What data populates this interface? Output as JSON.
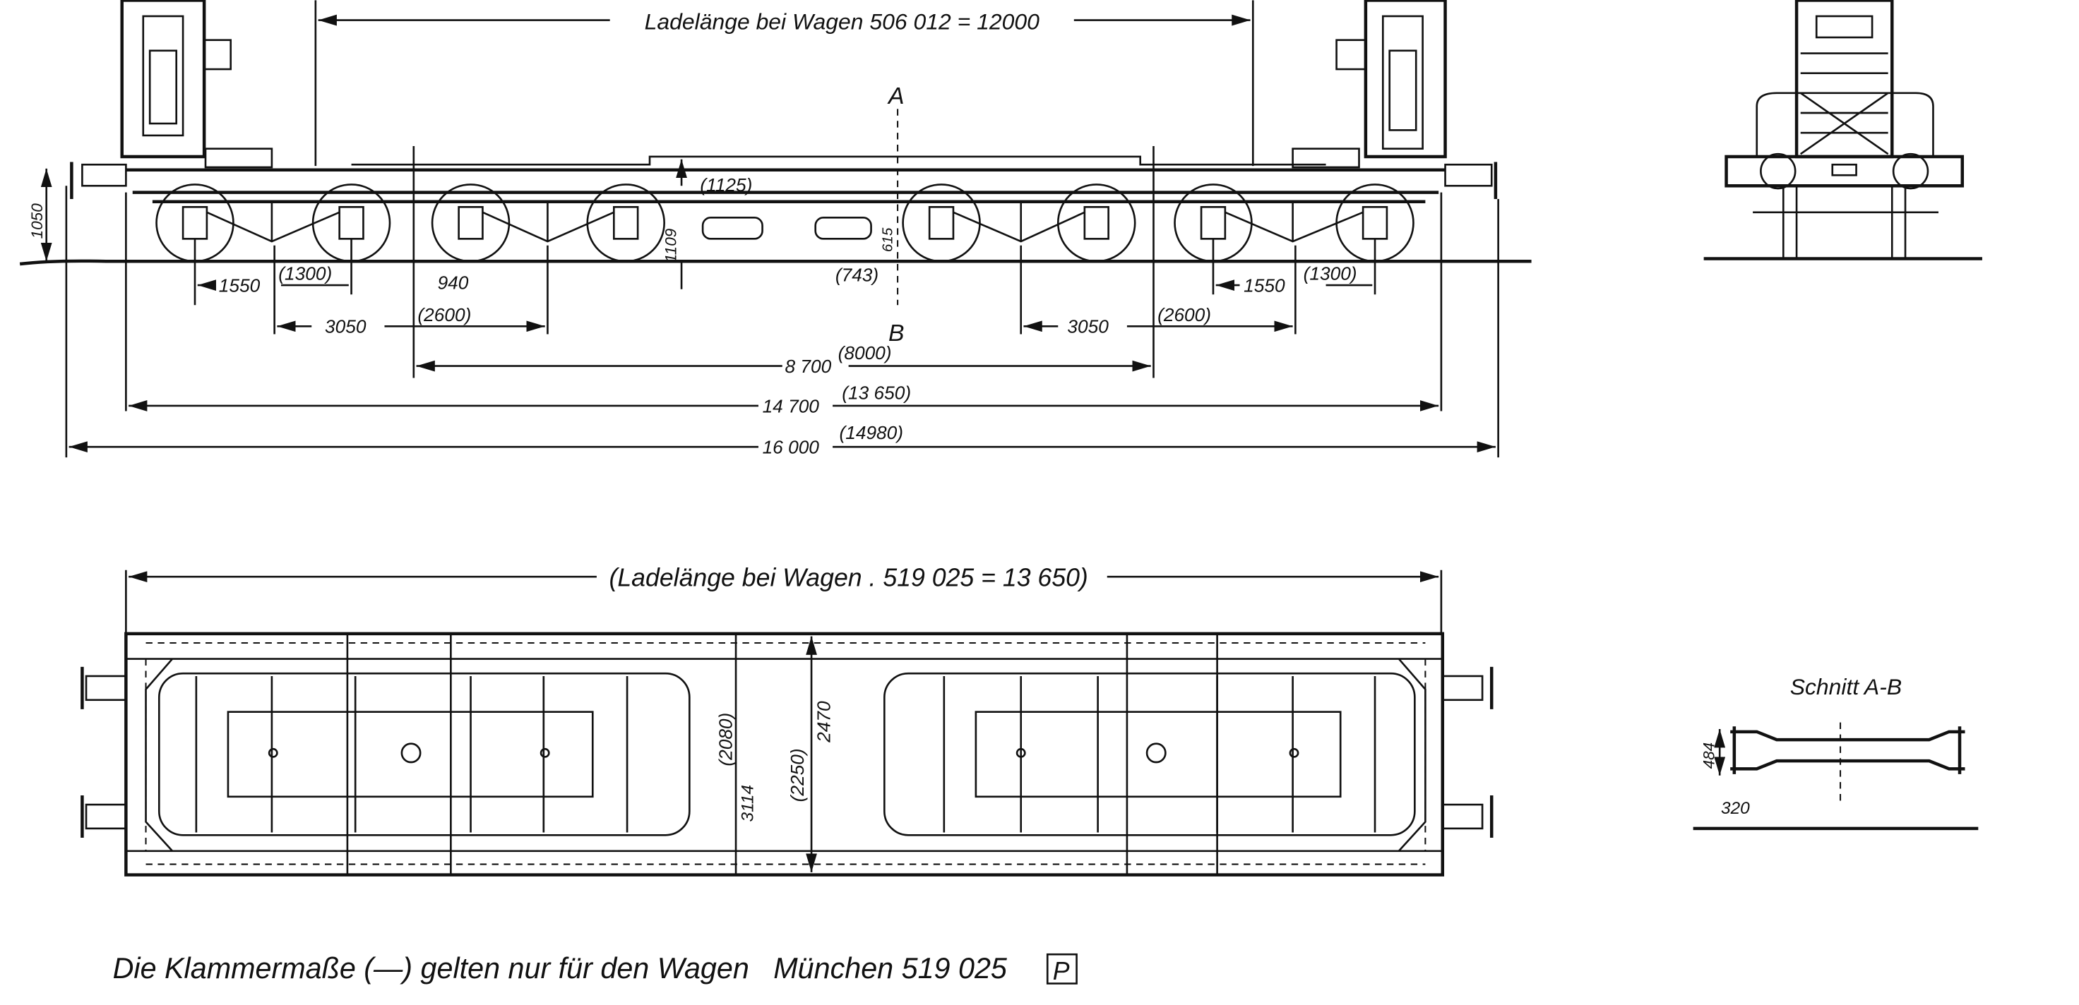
{
  "side_view": {
    "loading_length_label": "Ladelänge bei Wagen  506 012 = 12000",
    "section_a": "A",
    "section_b": "B",
    "height_buffer": "1050",
    "height_floor": "1109",
    "height_floor_alt": "(1125)",
    "height_low": "615",
    "height_low_alt": "(743)",
    "wheel_diameter": "940",
    "left_axle_spacing": "1550",
    "left_axle_spacing_alt": "(1300)",
    "left_bogie_spacing": "3050",
    "left_bogie_spacing_alt": "(2600)",
    "right_axle_spacing": "1550",
    "right_axle_spacing_alt": "(1300)",
    "right_bogie_spacing": "3050",
    "right_bogie_spacing_alt": "(2600)",
    "pivot_distance": "8 700",
    "pivot_distance_alt": "(8000)",
    "frame_length": "14 700",
    "frame_length_alt": "(13 650)",
    "overall_length": "16 000",
    "overall_length_alt": "(14980)"
  },
  "top_view": {
    "loading_length_label": "(Ladelänge bei Wagen . 519 025 = 13 650)",
    "inner_width_alt": "(2080)",
    "inner_width": "2470",
    "overall_width": "3114",
    "bogie_width_alt": "(2250)"
  },
  "section": {
    "title": "Schnitt A-B",
    "height": "484",
    "width": "320"
  },
  "footnote": {
    "text": "Die Klammermaße (—) gelten nur für den Wagen   München 519 025",
    "badge": "P"
  }
}
